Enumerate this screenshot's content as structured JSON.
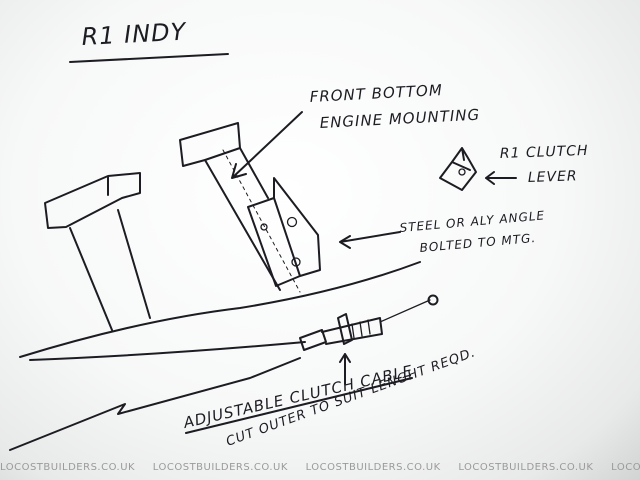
{
  "title": "R1 INDY",
  "labels": {
    "mounting_line1": "FRONT BOTTOM",
    "mounting_line2": "ENGINE MOUNTING",
    "lever_line1": "R1 CLUTCH",
    "lever_line2": "LEVER",
    "angle_line1": "STEEL OR ALY ANGLE",
    "angle_line2": "BOLTED TO MTG.",
    "cable": "ADJUSTABLE CLUTCH CABLE",
    "cable_note": "CUT OUTER TO SUIT LENGHT REQD."
  },
  "watermark": "LOCOSTBUILDERS.CO.UK"
}
